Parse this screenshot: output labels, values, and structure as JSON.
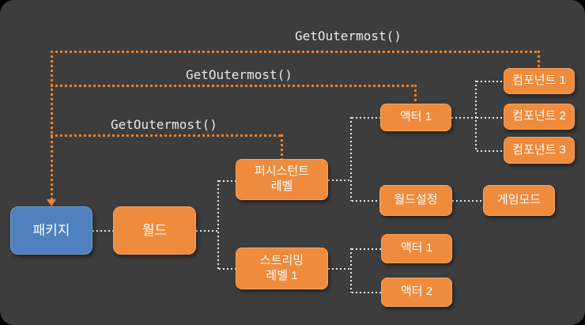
{
  "diagram": {
    "calls": [
      {
        "label": "GetOutermost()"
      },
      {
        "label": "GetOutermost()"
      },
      {
        "label": "GetOutermost()"
      }
    ],
    "nodes": {
      "package": {
        "label": "패키지"
      },
      "world": {
        "label": "월드"
      },
      "persistent_level": {
        "label": "퍼시스턴트\n레벨"
      },
      "streaming_level_1": {
        "label": "스트리밍\n레벨 1"
      },
      "actor_1": {
        "label": "액터 1"
      },
      "world_settings": {
        "label": "월드설정"
      },
      "game_mode": {
        "label": "게임모드"
      },
      "component_1": {
        "label": "컴포넌트 1"
      },
      "component_2": {
        "label": "컴포넌트 2"
      },
      "component_3": {
        "label": "컴포넌트 3"
      },
      "actor_1_streaming": {
        "label": "액터 1"
      },
      "actor_2": {
        "label": "액터 2"
      }
    },
    "edges": [
      [
        "package",
        "world"
      ],
      [
        "world",
        "persistent_level"
      ],
      [
        "world",
        "streaming_level_1"
      ],
      [
        "persistent_level",
        "actor_1"
      ],
      [
        "persistent_level",
        "world_settings"
      ],
      [
        "actor_1",
        "component_1"
      ],
      [
        "actor_1",
        "component_2"
      ],
      [
        "actor_1",
        "component_3"
      ],
      [
        "world_settings",
        "game_mode"
      ],
      [
        "streaming_level_1",
        "actor_1_streaming"
      ],
      [
        "streaming_level_1",
        "actor_2"
      ]
    ],
    "getoutermost_arrows": [
      {
        "from": "component_1",
        "to": "package"
      },
      {
        "from": "actor_1",
        "to": "package"
      },
      {
        "from": "persistent_level",
        "to": "package"
      }
    ],
    "theme": {
      "frame": "#000000",
      "background": "#3d3d3d",
      "node_orange": "#ef8b3d",
      "node_orange_border": "#f8a55e",
      "node_blue": "#4e81bd",
      "node_blue_border": "#6f9bcd",
      "node_text": "#ffffff",
      "connector_white": "#e8e8e8",
      "arrow_orange": "#e8822f",
      "label_text": "#e9e9e9"
    }
  }
}
